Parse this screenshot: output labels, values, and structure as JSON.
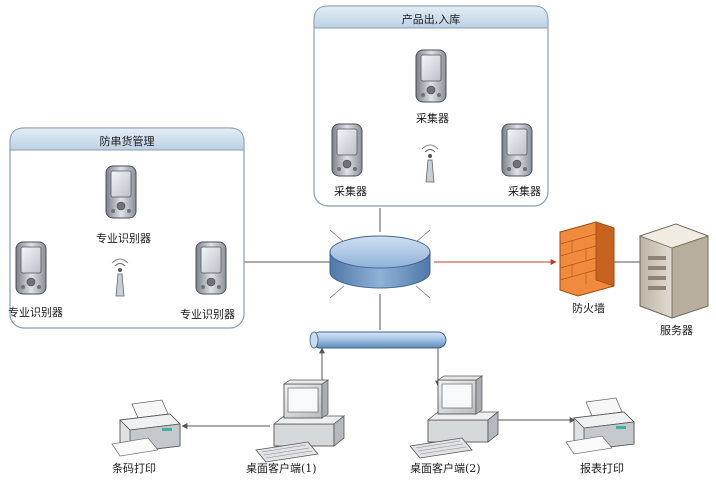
{
  "groups": {
    "anti_counterfeit": {
      "title": "防串货管理"
    },
    "product_io": {
      "title": "产品出,入库"
    }
  },
  "devices": {
    "scanner_label": "专业识别器",
    "collector_label": "采集器",
    "firewall_label": "防火墙",
    "server_label": "服务器",
    "desktop_client_1": "桌面客户端(1)",
    "desktop_client_2": "桌面客户端(2)",
    "barcode_print": "条码打印",
    "report_print": "报表打印"
  },
  "colors": {
    "panel_fill": "#ffffff",
    "panel_header": "#cfe0ee",
    "panel_border": "#8a9fb1",
    "router_fill": "#8fb2d8",
    "bus_fill": "#a7c6e6",
    "firewall": "#f08a3c",
    "server": "#d9d2c4",
    "line": "#555555"
  },
  "icons": [
    "pda-icon",
    "antenna-icon",
    "router-icon",
    "bus-icon",
    "firewall-icon",
    "server-icon",
    "desktop-computer-icon",
    "printer-icon"
  ]
}
